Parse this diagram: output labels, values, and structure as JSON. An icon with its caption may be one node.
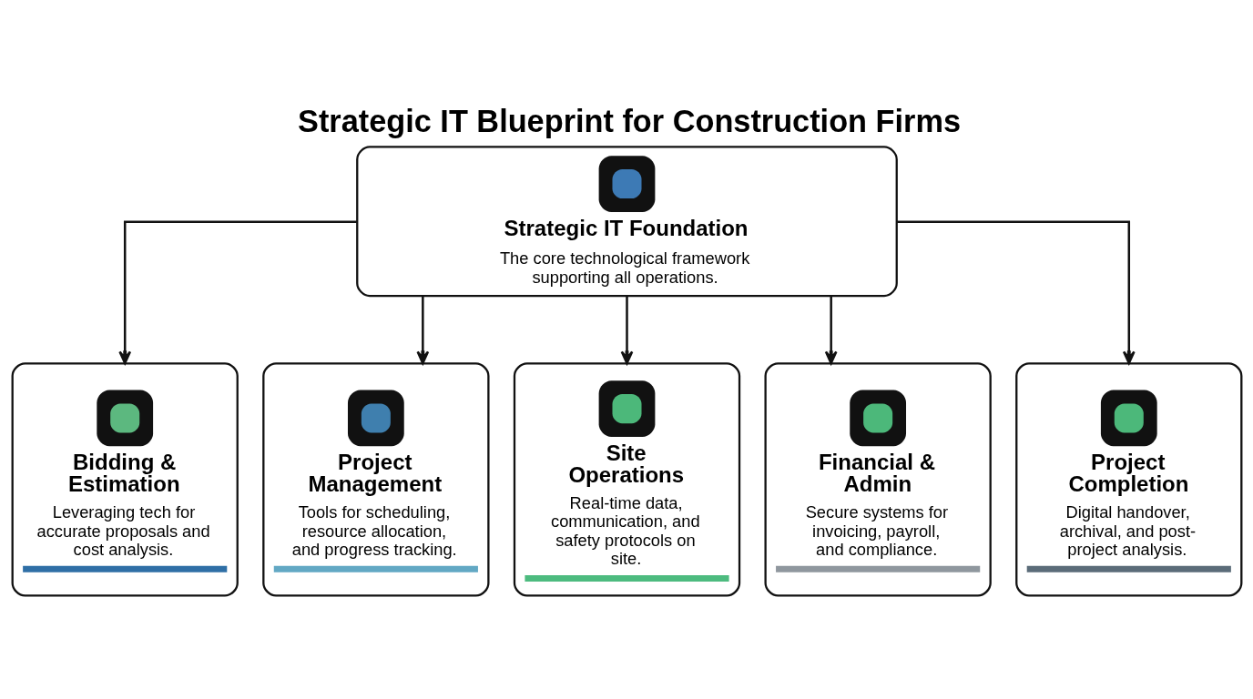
{
  "diagram": {
    "title": "Strategic IT Blueprint for Construction Firms",
    "nodes": [
      {
        "text": [
          "Strategic IT Foundation",
          "The core technological framework supporting all operations."
        ]
      },
      {
        "text": [
          "Bidding & Estimation",
          "Leveraging tech for accurate proposals and cost analysis."
        ]
      },
      {
        "text": [
          "Project Management",
          "Tools for scheduling, resource allocation, and progress tracking."
        ]
      },
      {
        "text": [
          "Site Operations",
          "Real-time data, communication, and safety protocols on site."
        ]
      },
      {
        "text": [
          "Financial & Admin",
          "Secure systems for invoicing, payroll, and compliance."
        ]
      },
      {
        "text": [
          "Project Completion",
          "Digital handover, archival, and post-project analysis."
        ]
      }
    ],
    "edges": [
      {
        "from": 0,
        "to": 1,
        "arrow": "to"
      },
      {
        "from": 0,
        "to": 2,
        "arrow": "to"
      },
      {
        "from": 0,
        "to": 3,
        "arrow": "to"
      },
      {
        "from": 0,
        "to": 4,
        "arrow": "to"
      },
      {
        "from": 0,
        "to": 5,
        "arrow": "to"
      }
    ]
  }
}
